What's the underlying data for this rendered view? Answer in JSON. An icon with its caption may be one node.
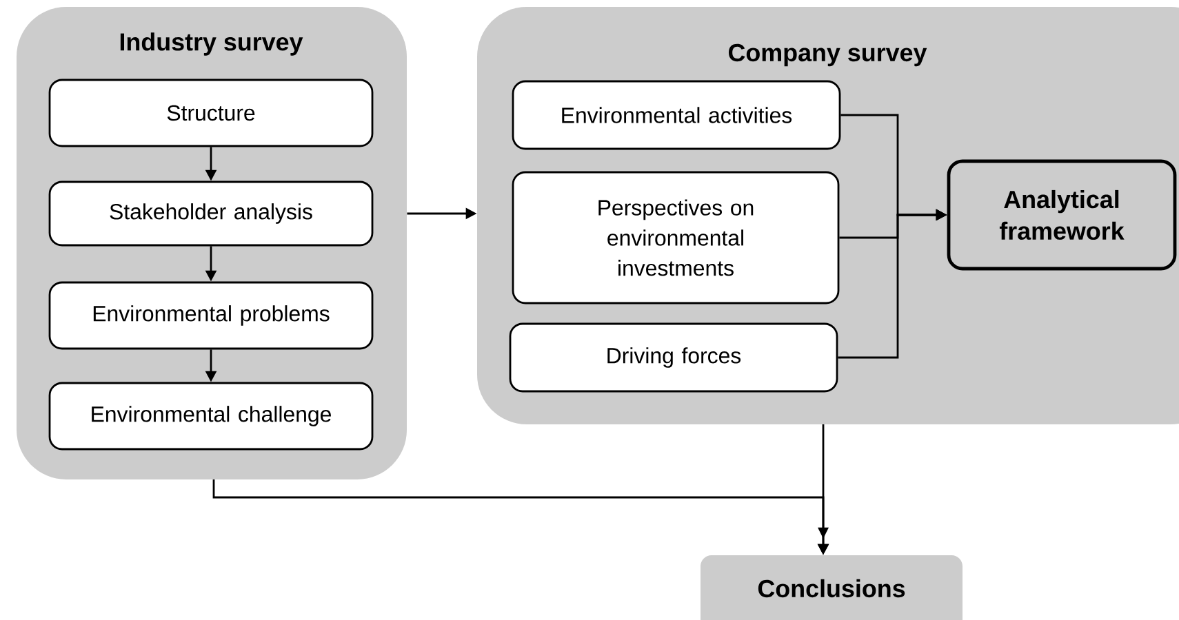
{
  "diagram": {
    "nodes": [
      {
        "text": [
          "Industry survey"
        ]
      },
      {
        "text": [
          "Structure"
        ],
        "in": 0
      },
      {
        "text": [
          "Stakeholder analysis"
        ],
        "in": 0
      },
      {
        "text": [
          "Environmental problems"
        ],
        "in": 0
      },
      {
        "text": [
          "Environmental challenge"
        ],
        "in": 0
      },
      {
        "text": [
          "Company survey"
        ]
      },
      {
        "text": [
          "Environmental activities"
        ],
        "in": 5
      },
      {
        "text": [
          "Perspectives on environmental investments"
        ],
        "in": 5
      },
      {
        "text": [
          "Driving forces"
        ],
        "in": 5
      },
      {
        "text": [
          "Analytical framework"
        ],
        "in": 5
      },
      {
        "text": [
          "Conclusions"
        ]
      }
    ],
    "edges": [
      {
        "from": 1,
        "to": 2,
        "arrow": "to"
      },
      {
        "from": 2,
        "to": 3,
        "arrow": "to"
      },
      {
        "from": 3,
        "to": 4,
        "arrow": "to"
      },
      {
        "from": 0,
        "to": 5,
        "arrow": "to"
      },
      {
        "from": 6,
        "to": 9,
        "arrow": "to"
      },
      {
        "from": 7,
        "to": 9,
        "arrow": "to"
      },
      {
        "from": 8,
        "to": 9,
        "arrow": "to"
      },
      {
        "from": 0,
        "to": 10,
        "arrow": "to"
      },
      {
        "from": 5,
        "to": 10,
        "arrow": "to"
      }
    ]
  }
}
